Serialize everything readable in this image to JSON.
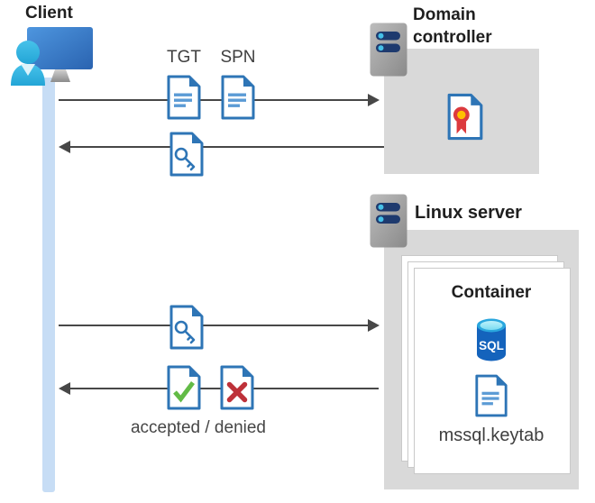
{
  "diagram": {
    "client": {
      "label": "Client"
    },
    "exchange_dc": {
      "tgt_label": "TGT",
      "spn_label": "SPN"
    },
    "exchange_container": {
      "result_label": "accepted / denied"
    },
    "domain_controller": {
      "title": "Domain controller"
    },
    "linux_server": {
      "title": "Linux server"
    },
    "container": {
      "title": "Container",
      "sql_label": "SQL",
      "keytab_label": "mssql.keytab"
    },
    "icons": {
      "client": "client-user-monitor-icon",
      "server": "server-icon",
      "ticket": "ticket-document-icon",
      "key": "key-document-icon",
      "certificate": "certificate-document-icon",
      "accepted": "accepted-check-document-icon",
      "denied": "denied-cross-document-icon",
      "sql": "sql-database-icon",
      "keytab": "keytab-file-icon"
    },
    "colors": {
      "doc_blue": "#2E75B6",
      "doc_line_blue": "#5B9BD5",
      "accept_green": "#62BB46",
      "deny_red": "#BE3139",
      "box_gray": "#D9D9D9",
      "lifeline_blue": "#C7DDF5",
      "arrow_gray": "#474747",
      "server_navy": "#1E3A6E",
      "server_dot_cyan": "#45C0E8",
      "sql_blue": "#1463BC",
      "cert_red": "#DC3A3E",
      "cert_yellow": "#FFC000"
    }
  }
}
